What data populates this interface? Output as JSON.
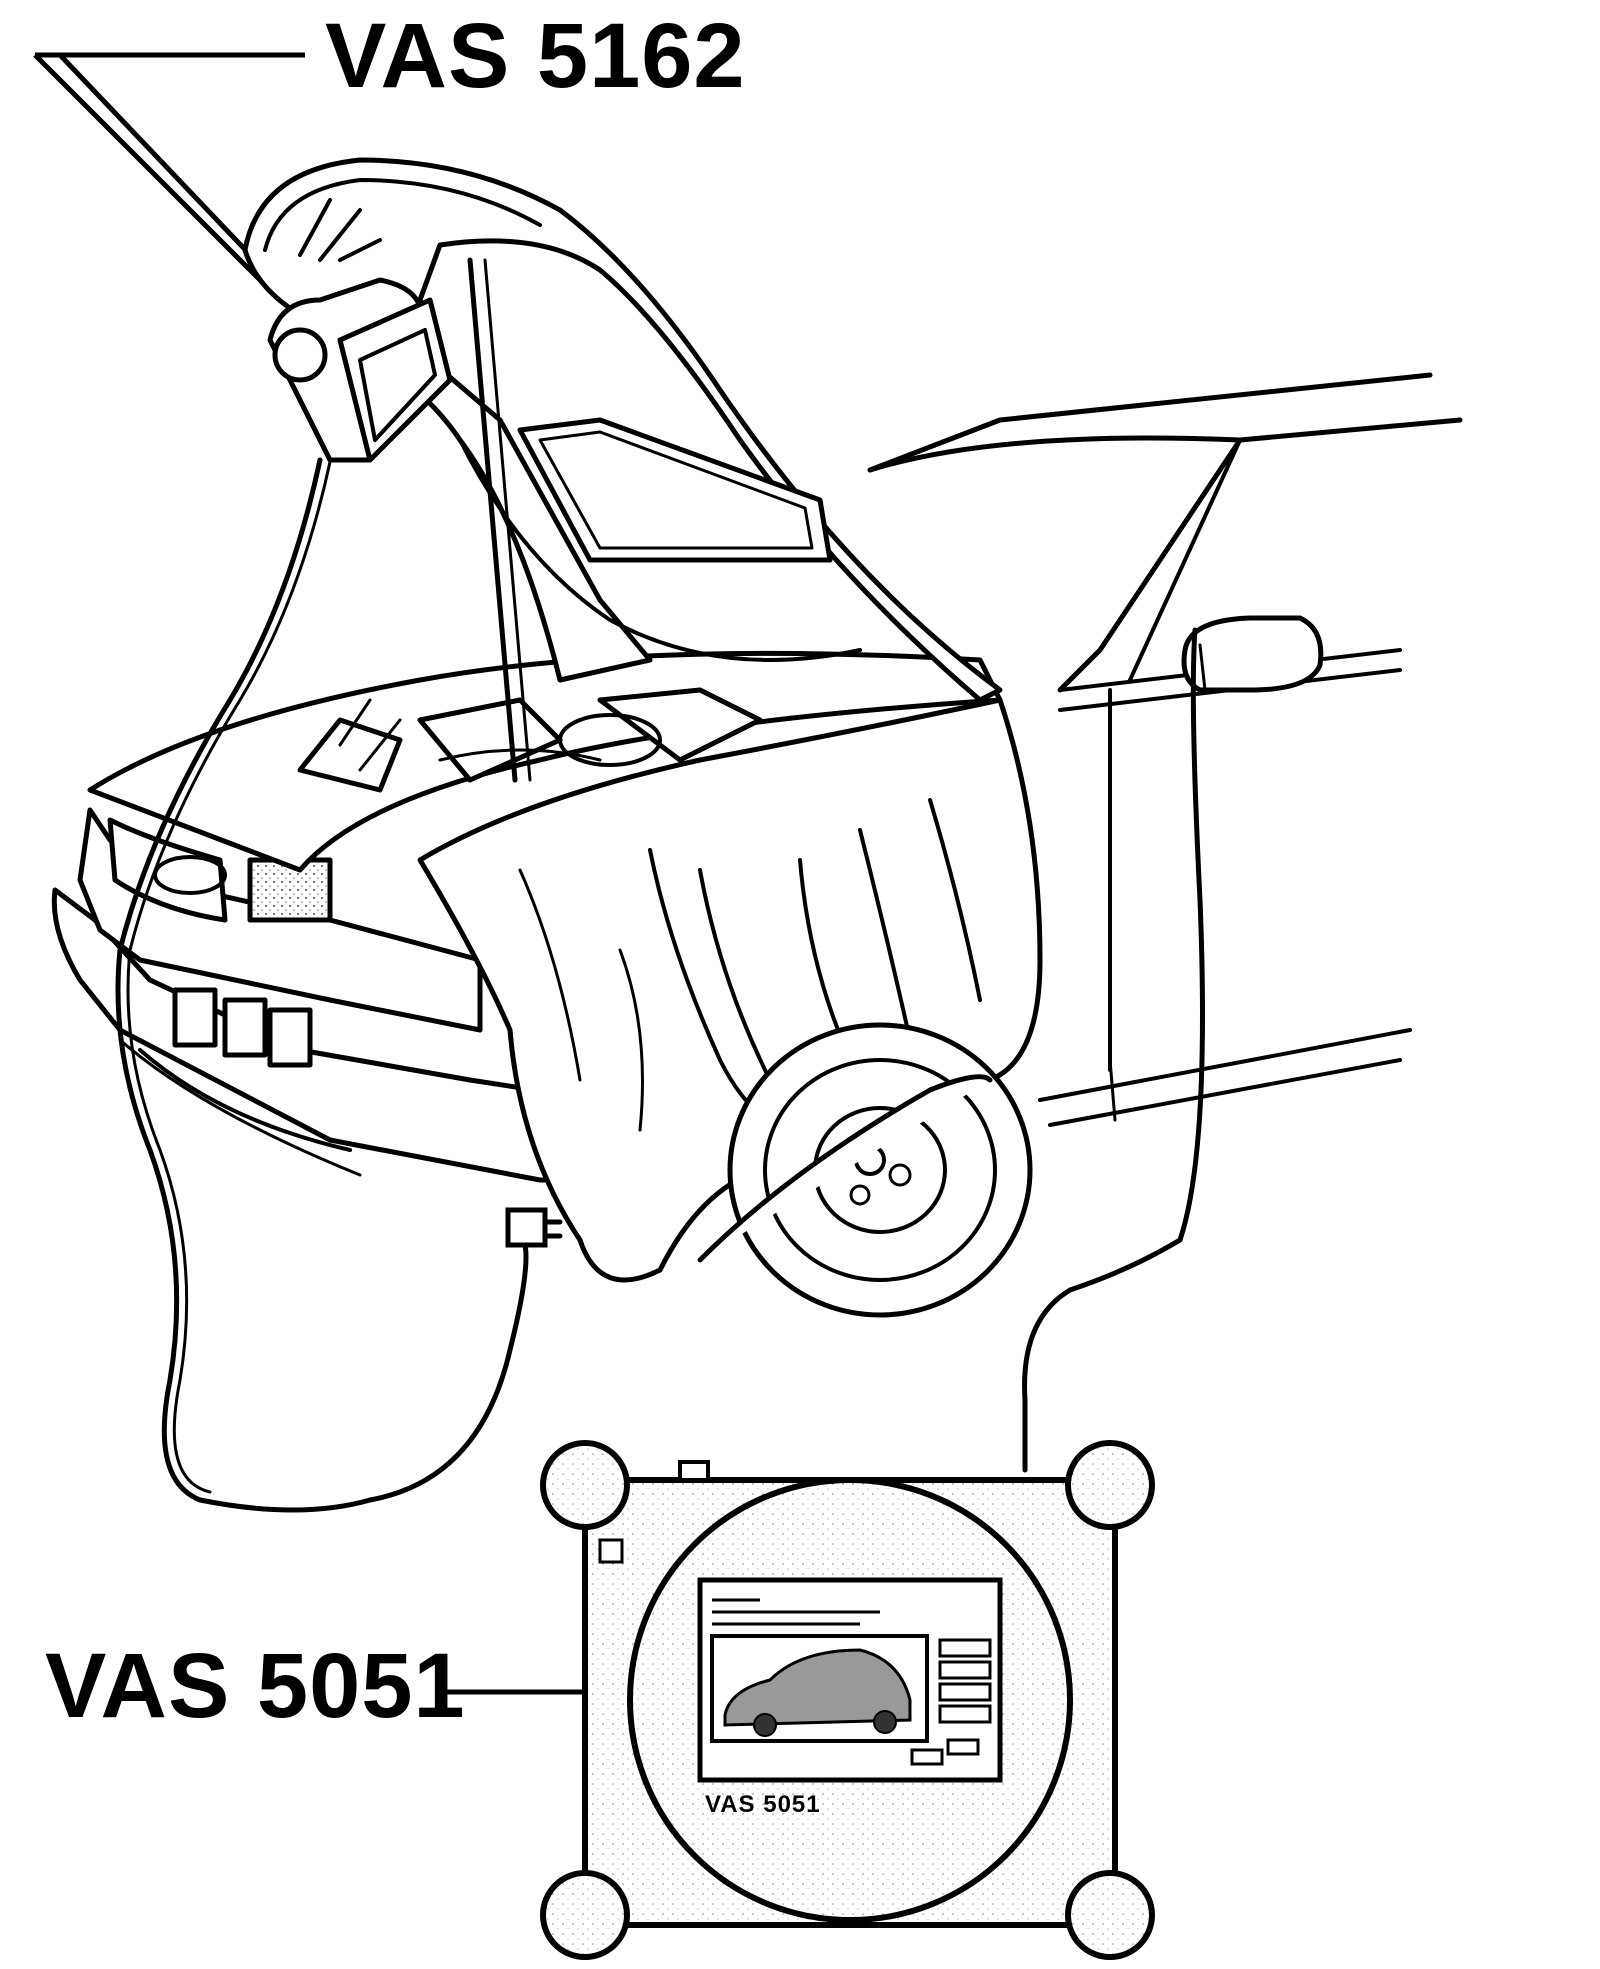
{
  "callouts": {
    "top": "VAS 5162",
    "bottom": "VAS 5051"
  },
  "tester_screen_caption": "VAS 5051"
}
